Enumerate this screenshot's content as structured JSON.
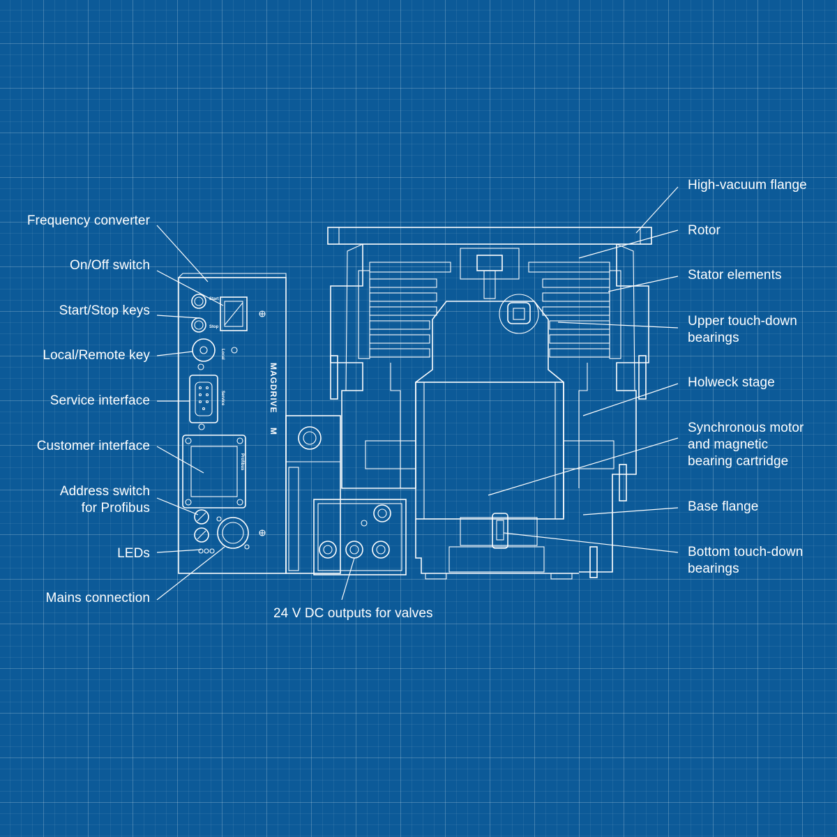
{
  "labels": {
    "frequency_converter": "Frequency converter",
    "on_off_switch": "On/Off switch",
    "start_stop_keys": "Start/Stop keys",
    "local_remote_key": "Local/Remote key",
    "service_interface": "Service interface",
    "customer_interface": "Customer interface",
    "address_switch": "Address switch\nfor Profibus",
    "leds": "LEDs",
    "mains_connection": "Mains connection",
    "outputs_valves": "24 V DC outputs for valves",
    "high_vacuum_flange": "High-vacuum flange",
    "rotor": "Rotor",
    "stator_elements": "Stator elements",
    "upper_touchdown": "Upper touch-down\nbearings",
    "holweck_stage": "Holweck stage",
    "synchronous_motor": "Synchronous motor\nand magnetic\nbearing cartridge",
    "base_flange": "Base flange",
    "bottom_touchdown": "Bottom touch-down\nbearings"
  },
  "device": {
    "brand": "MAGDRIVE",
    "model_mark": "M",
    "panel_service": "Service",
    "panel_profibus": "Profibus",
    "panel_start": "Start",
    "panel_stop": "Stop",
    "panel_local": "Local"
  },
  "colors": {
    "background": "#0c5a98",
    "line": "#ffffff"
  }
}
